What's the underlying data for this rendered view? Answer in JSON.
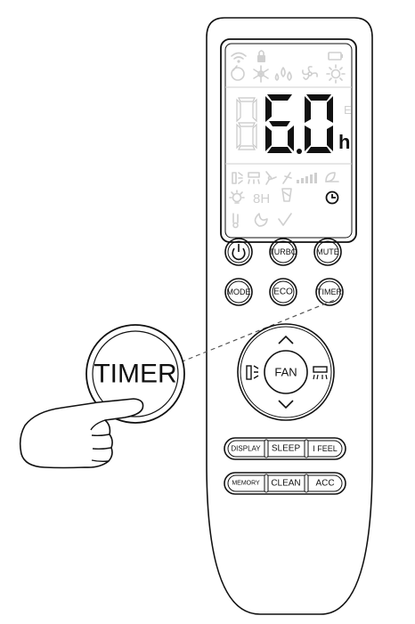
{
  "display": {
    "value": "6.0",
    "unit": "h",
    "small_e": "E",
    "eight_h": "8H"
  },
  "buttons": {
    "power": "",
    "turbo": "TURBO",
    "mute": "MUTE",
    "mode": "MODE",
    "eco": "ECO",
    "timer": "TIMER",
    "fan": "FAN",
    "display": "DISPLAY",
    "sleep": "SLEEP",
    "ifeel": "I FEEL",
    "memory": "MEMORY",
    "clean": "CLEAN",
    "acc": "ACC"
  },
  "callout": {
    "label": "TIMER"
  }
}
